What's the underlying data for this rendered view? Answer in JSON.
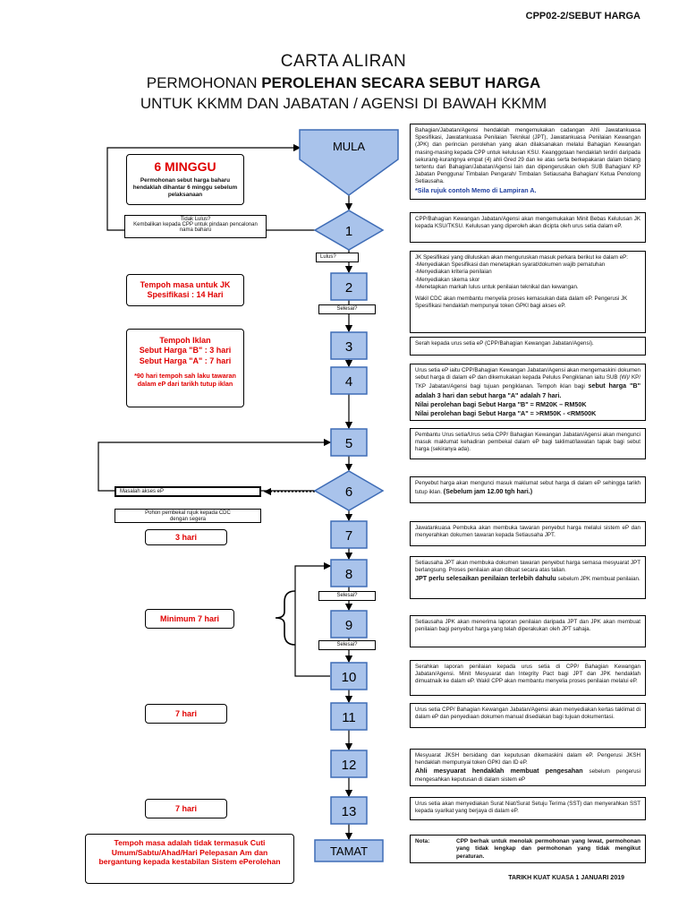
{
  "header": {
    "code": "CPP02-2/SEBUT HARGA",
    "title": "CARTA ALIRAN",
    "subtitle_prefix": "PERMOHONAN ",
    "subtitle_bold": "PEROLEHAN SECARA SEBUT HARGA",
    "subtitle2": "UNTUK KKMM DAN JABATAN / AGENSI DI BAWAH KKMM"
  },
  "flow": {
    "start": "MULA",
    "end": "TAMAT",
    "steps": [
      "1",
      "2",
      "3",
      "4",
      "5",
      "6",
      "7",
      "8",
      "9",
      "10",
      "11",
      "12",
      "13"
    ],
    "lulus": "Lulus?",
    "selesai": "Selesai?",
    "tidak_lulus": "Tidak Lulus?",
    "tidak_lulus_note": "Kembalikan kepada CPP untuk pindaan pencalonan nama baharu",
    "masalah": "Masalah akses eP",
    "pohon": "Pohon pembekal rujuk kepada CDC dengan segera"
  },
  "left_notes": {
    "six_weeks_title": "6 MINGGU",
    "six_weeks_text": "Permohonan sebut harga baharu hendaklah dihantar 6 minggu sebelum pelaksanaan",
    "jk_title": "Tempoh masa untuk JK Spesifikasi : 14 Hari",
    "iklan_title": "Tempoh Iklan",
    "iklan_b": "Sebut Harga \"B\" : 3 hari",
    "iklan_a": "Sebut Harga \"A\" : 7 hari",
    "iklan_note": "*90 hari tempoh sah laku tawaran dalam eP dari tarikh tutup iklan",
    "three_days": "3 hari",
    "min_seven": "Minimum 7 hari",
    "seven_days_1": "7 hari",
    "seven_days_2": "7 hari",
    "footer_note": "Tempoh masa adalah tidak termasuk Cuti Umum/Sabtu/Ahad/Hari Pelepasan Am dan bergantung kepada kestabilan Sistem ePerolehan"
  },
  "descriptions": {
    "d0": "Bahagian/Jabatan/Agensi hendaklah mengemukakan cadangan Ahli Jawatankuasa Spesifikasi, Jawatankuasa Penilaian Teknikal (JPT), Jawatankuasa Penilaian Kewangan (JPK) dan perincian perolehan yang akan dilaksanakan melalui Bahagian Kewangan masing-masing kepada CPP untuk kelulusan KSU. Keanggotaan hendaklah terdiri daripada sekurang-kurangnya empat (4) ahli Gred 29 dan ke atas serta berkepakaran dalam bidang tertentu dari Bahagian/Jabatan/Agensi lain dan dipengerusikan oleh SUB Bahagian/ KP Jabatan Pengguna/ Timbalan Pengarah/ Timbalan Setiausaha Bahagian/ Ketua Penolong Setiausaha.",
    "d0_blue": "*Sila rujuk contoh Memo di Lampiran A.",
    "d1": "CPP/Bahagian Kewangan Jabatan/Agensi akan mengemukakan Minit Bebas Kelulusan JK kepada KSU/TKSU. Kelulusan yang diperoleh akan dicipta oleh urus setia dalam eP.",
    "d2_intro": "JK Spesifikasi yang diluluskan akan menguruskan masuk perkara berikut ke dalam eP:",
    "d2_items": [
      "-Menyediakan Spesifikasi dan menetapkan syarat/dokumen wajib pematuhan",
      "-Menyediakan kriteria penilaian",
      "-Menyediakan skema skor",
      "-Menetapkan markah lulus untuk penilaian teknikal dan kewangan."
    ],
    "d2_end": "Wakil CDC akan membantu menyelia proses kemasukan data dalam eP. Pengerusi JK Spesifikasi hendaklah mempunyai token GPKI bagi akses eP.",
    "d3": "Serah kepada urus setia eP (CPP/Bahagian Kewangan Jabatan/Agensi).",
    "d4": "Urus setia eP iaitu CPP/Bahagian Kewangan Jabatan/Agensi akan mengemaskini dokumen sebut harga di dalam eP dan dikemukakan kepada Pelulus Pengiklanan iaitu SUB (W)/ KP/ TKP Jabatan/Agensi bagi tujuan pengiklanan. Tempoh iklan bagi",
    "d4_bold": "sebut harga \"B\" adalah 3 hari dan sebut harga \"A\" adalah 7 hari.",
    "d4_b": "Nilai perolehan bagi Sebut Harga \"B\" = RM20K – RM50K",
    "d4_a": "Nilai perolehan bagi Sebut Harga \"A\" = >RM50K - <RM500K",
    "d5": "Pembantu Urus setia/Urus setia CPP/ Bahagian Kewangan Jabatan/Agensi akan mengunci masuk maklumat kehadiran pembekal dalam eP bagi taklimat/lawatan tapak bagi sebut harga (sekiranya ada).",
    "d6": "Penyebut harga akan mengunci masuk maklumat sebut harga di dalam eP sehingga tarikh tutup iklan.",
    "d6_bold": "(Sebelum jam 12.00 tgh hari.)",
    "d7": "Jawatankuasa Pembuka akan membuka tawaran penyebut harga melalui sistem eP dan menyerahkan dokumen tawaran kepada Setiausaha JPT.",
    "d8": "Setiausaha JPT akan membuka dokumen tawaran penyebut harga semasa mesyuarat JPT berlangsung. Proses penilaian akan dibuat secara atas talian.",
    "d8_bold": "JPT perlu selesaikan penilaian terlebih dahulu",
    "d8_end": "sebelum JPK membuat penilaian.",
    "d9": "Setiausaha JPK akan menerima laporan penilaian daripada JPT dan JPK akan membuat penilaian bagi penyebut harga yang telah diperakukan oleh JPT sahaja.",
    "d10": "Serahkan laporan penilaian kepada urus setia di CPP/ Bahagian Kewangan Jabatan/Agensi. Minit Mesyuarat dan Integrity Pact bagi JPT dan JPK hendaklah dimuatnaik ke dalam eP. Wakil CPP akan membantu menyelia proses penilaian melalui eP.",
    "d11": "Urus setia CPP/ Bahagian Kewangan Jabatan/Agensi akan menyediakan kertas taklimat di dalam eP dan penyediaan dokumen manual disediakan bagi tujuan dokumentasi.",
    "d12": "Mesyuarat JKSH bersidang dan keputusan dikemaskini dalam eP. Pengerusi JKSH hendaklah mempunyai token GPKI dan ID eP.",
    "d12_bold": "Ahli mesyuarat hendaklah membuat pengesahan",
    "d12_end": "sebelum pengerusi mengesahkan keputusan di dalam sistem eP",
    "d13": "Urus setia akan menyediakan Surat Niat/Surat Setuju Terima (SST) dan menyerahkan SST kepada syarikat yang berjaya di dalam eP.",
    "nota_label": "Nota:",
    "nota_text": "CPP berhak untuk menolak permohonan yang lewat, permohonan yang tidak lengkap dan permohonan yang tidak mengikut peraturan."
  },
  "footer": {
    "tarikh": "TARIKH KUAT KUASA 1 JANUARI 2019"
  },
  "colors": {
    "accent_fill": "#a9c3eb",
    "accent_stroke": "#3e6cb6",
    "warning_red": "#e00000",
    "note_blue": "#1f3f9f"
  }
}
